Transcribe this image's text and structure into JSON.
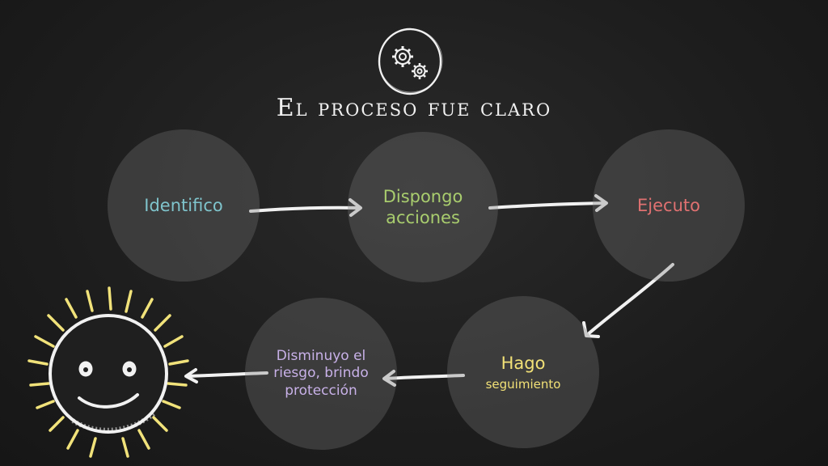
{
  "slide": {
    "title": "El proceso fue claro",
    "steps": [
      {
        "label": "Identifico",
        "color": "#7fc4cc"
      },
      {
        "label": "Dispongo acciones",
        "color": "#a9cd6e"
      },
      {
        "label": "Ejecuto",
        "color": "#e07171"
      },
      {
        "label_main": "Hago",
        "label_sub": "seguimiento",
        "color": "#f2e177"
      },
      {
        "label": "Disminuyo el riesgo, brindo protección",
        "color": "#c8b1e8"
      }
    ],
    "icons": [
      "gears-icon",
      "sun-smiley-icon"
    ],
    "colors": {
      "background": "#1d1d1d",
      "node": "#5a5a5a",
      "chalk": "#f1f1f1",
      "sun": "#f1e27a"
    }
  }
}
